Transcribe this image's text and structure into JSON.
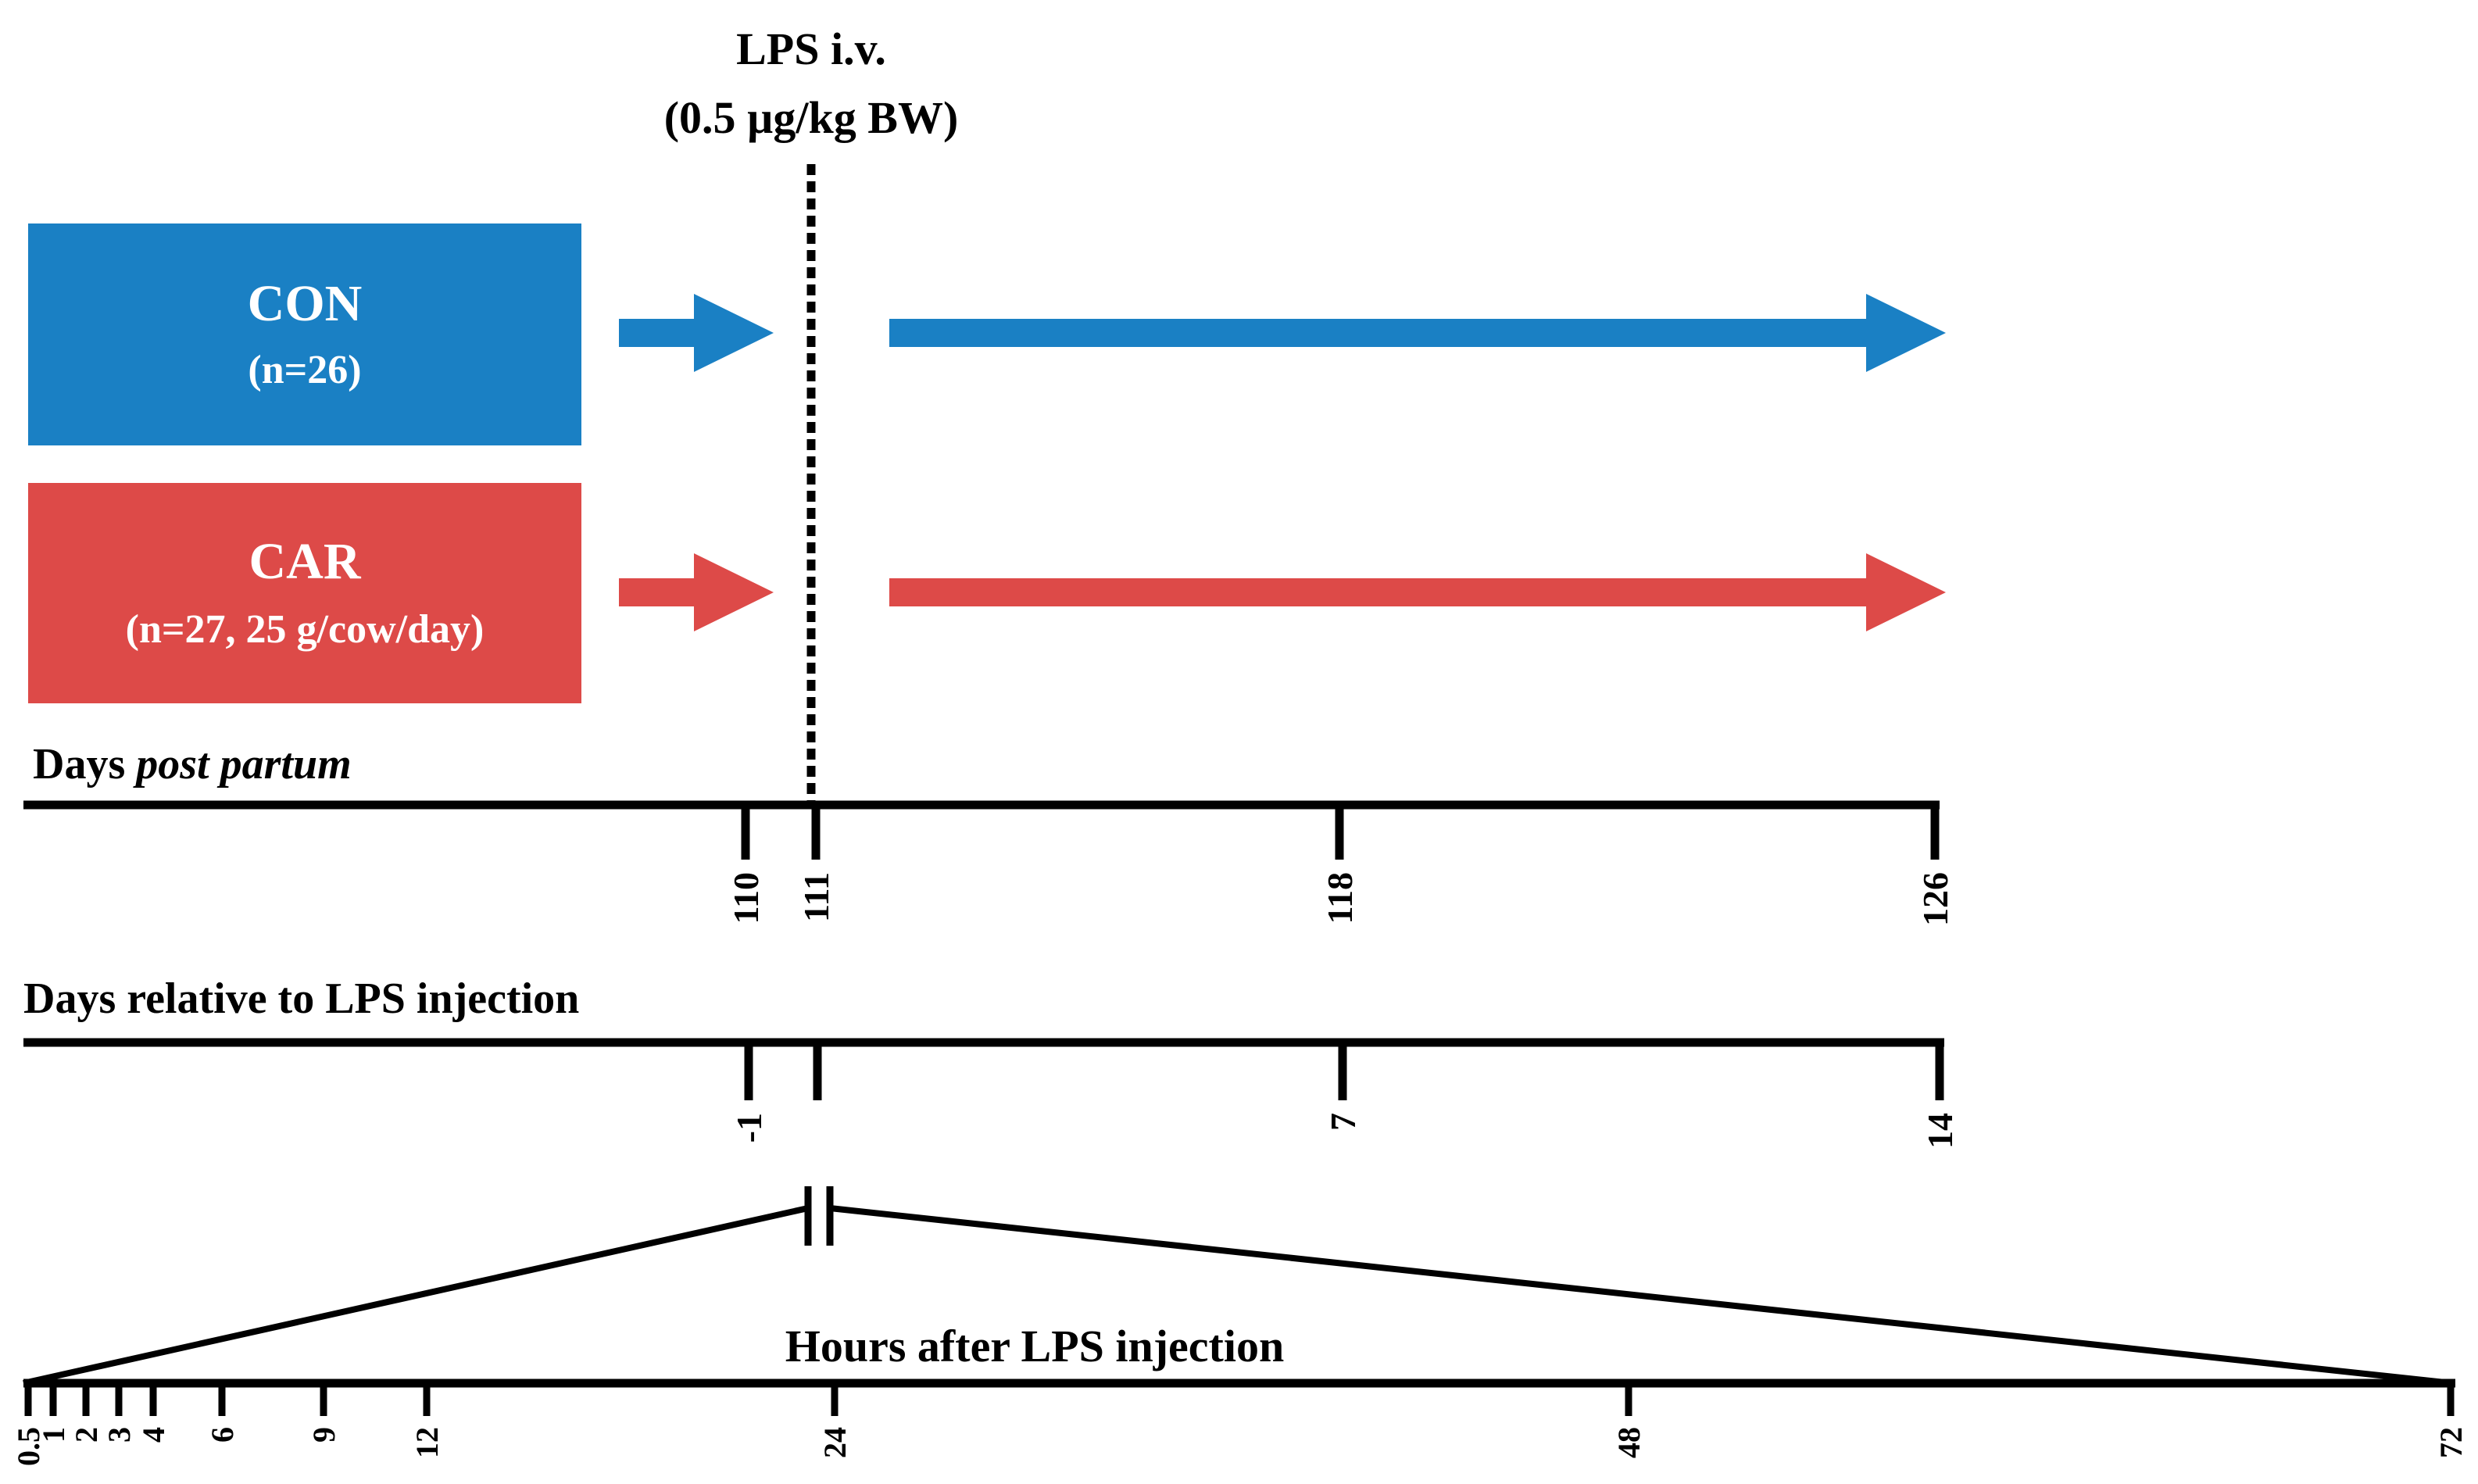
{
  "lps": {
    "line1": "LPS i.v.",
    "line2": "(0.5 µg/kg BW)"
  },
  "groups": [
    {
      "key": "con",
      "name": "CON",
      "detail": "(n=26)",
      "color": "#1a80c4"
    },
    {
      "key": "car",
      "name": "CAR",
      "detail": "(n=27, 25 g/cow/day)",
      "color": "#dd4a48"
    }
  ],
  "axes": {
    "days_pp": {
      "label_main": "Days ",
      "label_italic": "post partum",
      "ticks": [
        "110",
        "111",
        "118",
        "126"
      ]
    },
    "days_rel": {
      "label": "Days relative to LPS injection",
      "ticks": [
        "-1",
        "7",
        "14"
      ]
    },
    "hours": {
      "label": "Hours after LPS injection",
      "ticks": [
        "0.5",
        "1",
        "2",
        "3",
        "4",
        "6",
        "9",
        "12",
        "24",
        "48",
        "72"
      ]
    }
  }
}
